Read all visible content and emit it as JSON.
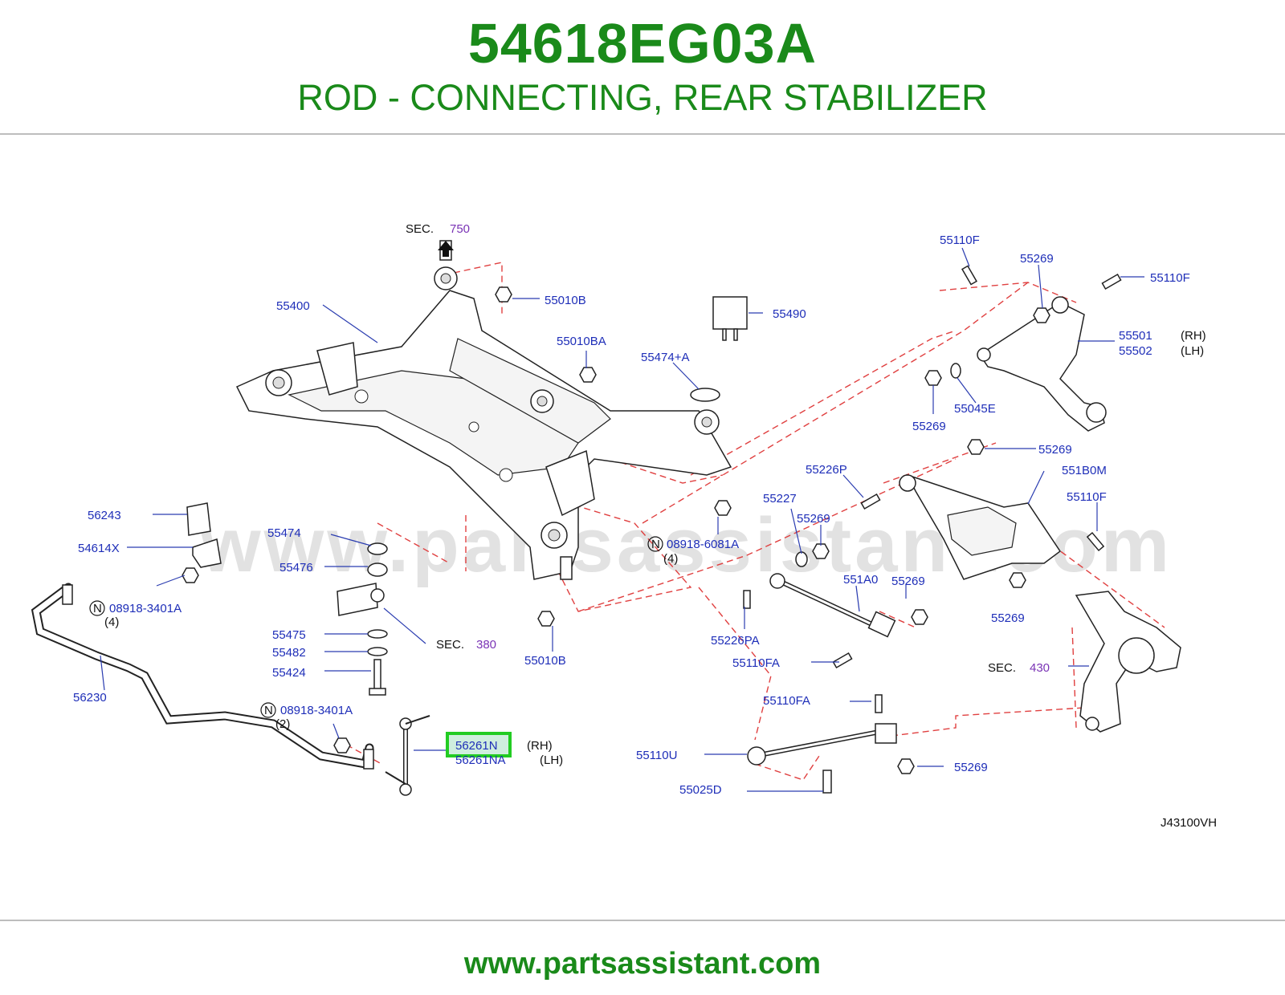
{
  "header": {
    "part_number": "54618EG03A",
    "description": "ROD - CONNECTING, REAR STABILIZER"
  },
  "footer": {
    "url": "www.partsassistant.com"
  },
  "diagram": {
    "watermark": "www.partsassistant.com",
    "diagram_code": "J43100VH",
    "highlight_color": "#22cc22",
    "title_color": "#1a8a1a",
    "labels": {
      "sec_750": "SEC.",
      "sec_750_num": "750",
      "p55400": "55400",
      "p55010B_top": "55010B",
      "p55010BA": "55010BA",
      "p55474A": "55474+A",
      "p55490": "55490",
      "p55110F_a": "55110F",
      "p55269_a": "55269",
      "p55110F_b": "55110F",
      "p55501": "55501",
      "p55501_side": "(RH)",
      "p55502": "55502",
      "p55502_side": "(LH)",
      "p55045E": "55045E",
      "p55269_b": "55269",
      "p55269_c": "55269",
      "p551B0M": "551B0M",
      "p55226P": "55226P",
      "p55110F_c": "55110F",
      "p55227": "55227",
      "p55269_d": "55269",
      "n_mark_a": "N",
      "p08918_6081A": "08918-6081A",
      "qty_a": "(4)",
      "p551A0": "551A0",
      "p55269_e": "55269",
      "p55226PA": "55226PA",
      "p55269_f": "55269",
      "p55110FA_a": "55110FA",
      "sec_430": "SEC.",
      "sec_430_num": "430",
      "p55110FA_b": "55110FA",
      "p55110U": "55110U",
      "p55269_g": "55269",
      "p55025D": "55025D",
      "p56243": "56243",
      "p54614X": "54614X",
      "n_mark_b": "N",
      "p08918_3401A_a": "08918-3401A",
      "qty_b": "(4)",
      "p55474": "55474",
      "p55476": "55476",
      "p55475": "55475",
      "p55482": "55482",
      "p55424": "55424",
      "sec_380": "SEC.",
      "sec_380_num": "380",
      "p55010B_bottom": "55010B",
      "p56230": "56230",
      "n_mark_c": "N",
      "p08918_3401A_b": "08918-3401A",
      "qty_c": "(2)",
      "p56261N": "56261N",
      "p56261N_side": "(RH)",
      "p56261NA": "56261NA",
      "p56261NA_side": "(LH)"
    }
  }
}
